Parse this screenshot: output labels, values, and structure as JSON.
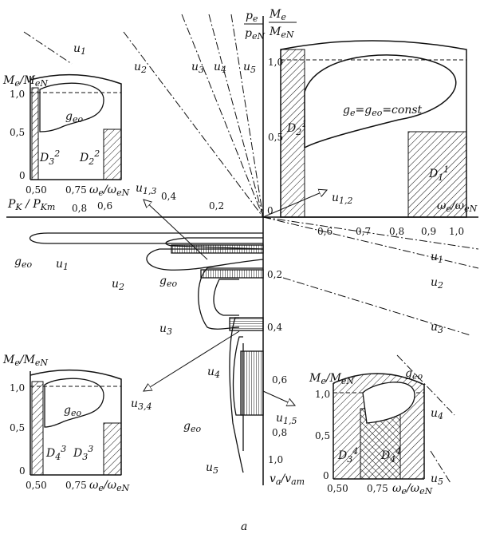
{
  "figure_label": "a",
  "main_axes": {
    "y_top_label_pe": "p",
    "y_top_label_pe_sub": "e",
    "y_top_label_pen": "p",
    "y_top_label_pen_sub": "eN",
    "y_top_label_me": "M",
    "y_top_label_me_sub": "e",
    "y_top_label_men": "M",
    "y_top_label_men_sub": "eN",
    "x_left_label": "P",
    "x_left_label_sub": "K",
    "x_left_label_den": "P",
    "x_left_label_den_sub": "Km",
    "y_bottom_label": "v",
    "y_bottom_label_sub": "a",
    "y_bottom_label_den": "v",
    "y_bottom_label_den_sub": "am",
    "x_right_label": "ω",
    "x_right_label_sub": "e",
    "x_right_label_den": "ω",
    "x_right_label_den_sub": "eN",
    "origin": "0",
    "right_ticks": [
      "0,6",
      "0,7",
      "0,8",
      "0,9",
      "1,0"
    ],
    "left_ticks": [
      "0,2",
      "0,4",
      "0,6",
      "0,8"
    ],
    "top_ticks": [
      "0,5",
      "1,0"
    ],
    "bottom_ticks": [
      "0,2",
      "0,4",
      "0,6",
      "0,8",
      "1,0"
    ]
  },
  "ray_labels_top": [
    "u",
    "u",
    "u",
    "u",
    "u"
  ],
  "ray_label_subs_top": [
    "1",
    "2",
    "3",
    "4",
    "5"
  ],
  "ray_labels_right": [
    "u",
    "u",
    "u",
    "u",
    "u"
  ],
  "ray_label_subs_right": [
    "1",
    "2",
    "3",
    "4",
    "5"
  ],
  "bottom_left_labels": [
    "u",
    "u",
    "u",
    "u",
    "u"
  ],
  "bottom_left_label_subs": [
    "1",
    "2",
    "3",
    "4",
    "5"
  ],
  "arrow_labels": {
    "u13": "u",
    "u13_sub": "1,3",
    "u12": "u",
    "u12_sub": "1,2",
    "u34": "u",
    "u34_sub": "3,4",
    "u15": "u",
    "u15_sub": "1,5"
  },
  "main_plot": {
    "curve_label": "g",
    "curve_label_sub": "e",
    "curve_eq": "=g",
    "curve_eq_sub": "eo",
    "curve_const": "=const",
    "region_d2": "D",
    "region_d2_sub": "2",
    "region_d2_sup": "1",
    "region_d1": "D",
    "region_d1_sub": "1",
    "region_d1_sup": "1"
  },
  "geo_label": "g",
  "geo_label_sub": "eo",
  "insets": [
    {
      "ylabel": "M",
      "ylabel_sub": "e",
      "ylabel_den": "M",
      "ylabel_den_sub": "eN",
      "yticks": [
        "1,0",
        "0,5",
        "0"
      ],
      "xticks": [
        "0,50",
        "0,75"
      ],
      "xlabel": "ω",
      "xlabel_sub": "e",
      "xlabel_den": "ω",
      "xlabel_den_sub": "eN",
      "curve": "g",
      "curve_sub": "eo",
      "r1": "D",
      "r1_sub": "3",
      "r1_sup": "2",
      "r2": "D",
      "r2_sub": "2",
      "r2_sup": "2"
    },
    {
      "ylabel": "M",
      "ylabel_sub": "e",
      "ylabel_den": "M",
      "ylabel_den_sub": "eN",
      "yticks": [
        "1,0",
        "0,5",
        "0"
      ],
      "xticks": [
        "0,50",
        "0,75"
      ],
      "xlabel": "ω",
      "xlabel_sub": "e",
      "xlabel_den": "ω",
      "xlabel_den_sub": "eN",
      "curve": "g",
      "curve_sub": "eo",
      "r1": "D",
      "r1_sub": "4",
      "r1_sup": "3",
      "r2": "D",
      "r2_sub": "3",
      "r2_sup": "3"
    },
    {
      "ylabel": "M",
      "ylabel_sub": "e",
      "ylabel_den": "M",
      "ylabel_den_sub": "eN",
      "yticks": [
        "1,0",
        "0,5",
        "0"
      ],
      "xticks": [
        "0,50",
        "0,75"
      ],
      "xlabel": "ω",
      "xlabel_sub": "e",
      "xlabel_den": "ω",
      "xlabel_den_sub": "eN",
      "curve": "g",
      "curve_sub": "eo",
      "r1": "D",
      "r1_sub": "3",
      "r1_sup": "4",
      "r2": "D",
      "r2_sub": "4",
      "r2_sup": "4"
    }
  ]
}
